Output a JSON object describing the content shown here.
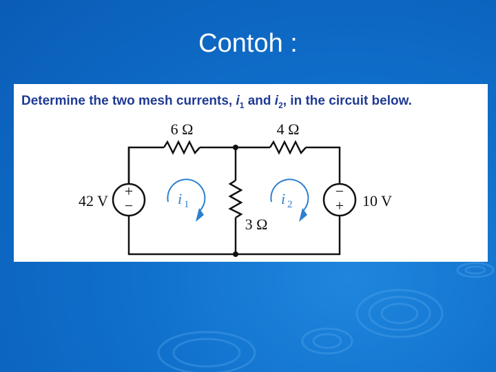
{
  "slide": {
    "title": "Contoh :"
  },
  "problem": {
    "text_before": "Determine the two mesh currents, ",
    "var1": "i",
    "var1_sub": "1",
    "text_mid": " and ",
    "var2": "i",
    "var2_sub": "2",
    "text_after": ", in the circuit below."
  },
  "circuit": {
    "source_left": {
      "value": "42 V",
      "top_sign": "+",
      "bottom_sign": "−"
    },
    "source_right": {
      "value": "10 V",
      "top_sign": "−",
      "bottom_sign": "+"
    },
    "resistor_top_left": "6 Ω",
    "resistor_top_right": "4 Ω",
    "resistor_middle": "3 Ω",
    "mesh1": {
      "symbol": "i",
      "sub": "1"
    },
    "mesh2": {
      "symbol": "i",
      "sub": "2"
    }
  },
  "colors": {
    "background": "#0f6fcb",
    "title": "#ffffff",
    "question_text": "#1f3a93",
    "mesh_arrow": "#2b7fd0"
  }
}
